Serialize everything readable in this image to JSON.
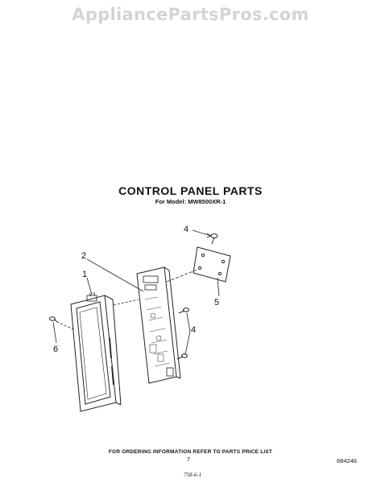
{
  "watermark": "AppliancePartsPros.com",
  "title": "CONTROL PANEL PARTS",
  "subtitle": "For Model: MW8500XR-1",
  "footer_note": "FOR ORDERING INFORMATION REFER TO PARTS PRICE LIST",
  "page_number": "7",
  "document_number": "684246",
  "handwritten_note": "758-6-1",
  "callouts": {
    "c1": "1",
    "c2": "2",
    "c4_top": "4",
    "c4_mid": "4",
    "c5": "5",
    "c6": "6"
  }
}
